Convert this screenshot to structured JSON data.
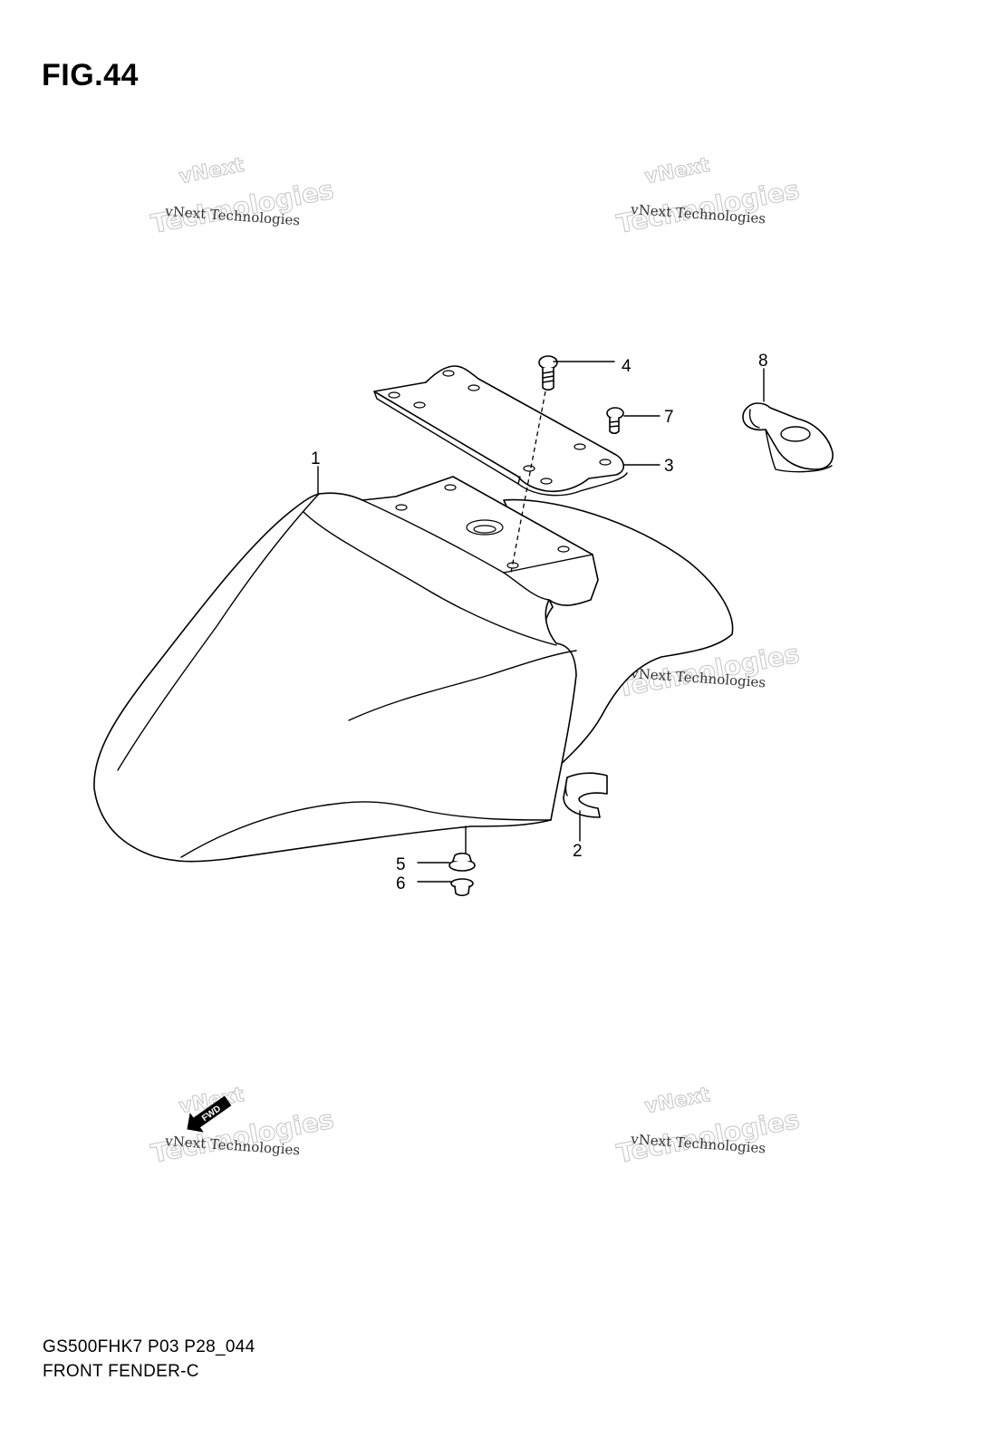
{
  "figure": {
    "title": "FIG.44"
  },
  "footer": {
    "model_code": "GS500FHK7 P03 P28_044",
    "section_name": "FRONT FENDER-C"
  },
  "callouts": [
    {
      "number": "1"
    },
    {
      "number": "2"
    },
    {
      "number": "3"
    },
    {
      "number": "4"
    },
    {
      "number": "5"
    },
    {
      "number": "6"
    },
    {
      "number": "7"
    },
    {
      "number": "8"
    }
  ],
  "watermark": {
    "line1": "vNext",
    "line2": "vNext Technologies",
    "line3": "Technologies"
  },
  "direction_badge": {
    "label": "FWD"
  }
}
